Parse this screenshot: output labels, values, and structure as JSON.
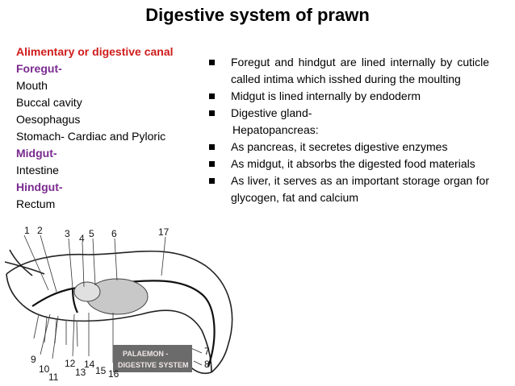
{
  "title": "Digestive system of prawn",
  "left_list": {
    "heading": "Alimentary or digestive canal",
    "foregut_label": "Foregut-",
    "foregut_items": [
      "Mouth",
      "Buccal cavity",
      "Oesophagus",
      "Stomach- Cardiac and Pyloric"
    ],
    "midgut_label": "Midgut-",
    "midgut_items": [
      "Intestine"
    ],
    "hindgut_label": "Hindgut-",
    "hindgut_items": [
      "Rectum"
    ]
  },
  "bullets": [
    "Foregut and hindgut are lined internally by cuticle called intima which isshed during the moulting",
    "Midgut is lined internally by endoderm",
    "Digestive gland-"
  ],
  "hepatopancreas_label": "Hepatopancreas:",
  "bullets2": [
    "As pancreas, it secretes digestive enzymes",
    "As midgut, it absorbs the digested food materials",
    "As liver, it serves as an important storage organ for glycogen, fat and calcium"
  ],
  "diagram": {
    "caption_line1": "PALAEMON -",
    "caption_line2": "DIGESTIVE SYSTEM",
    "numbers_top": [
      "1",
      "2",
      "3",
      "4",
      "5",
      "6",
      "17"
    ],
    "numbers_bottom": [
      "9",
      "10",
      "11",
      "12",
      "13",
      "14",
      "15",
      "16"
    ],
    "numbers_right": [
      "7",
      "8"
    ]
  },
  "colors": {
    "heading": "#d01c1c",
    "section": "#7a2a8f"
  }
}
